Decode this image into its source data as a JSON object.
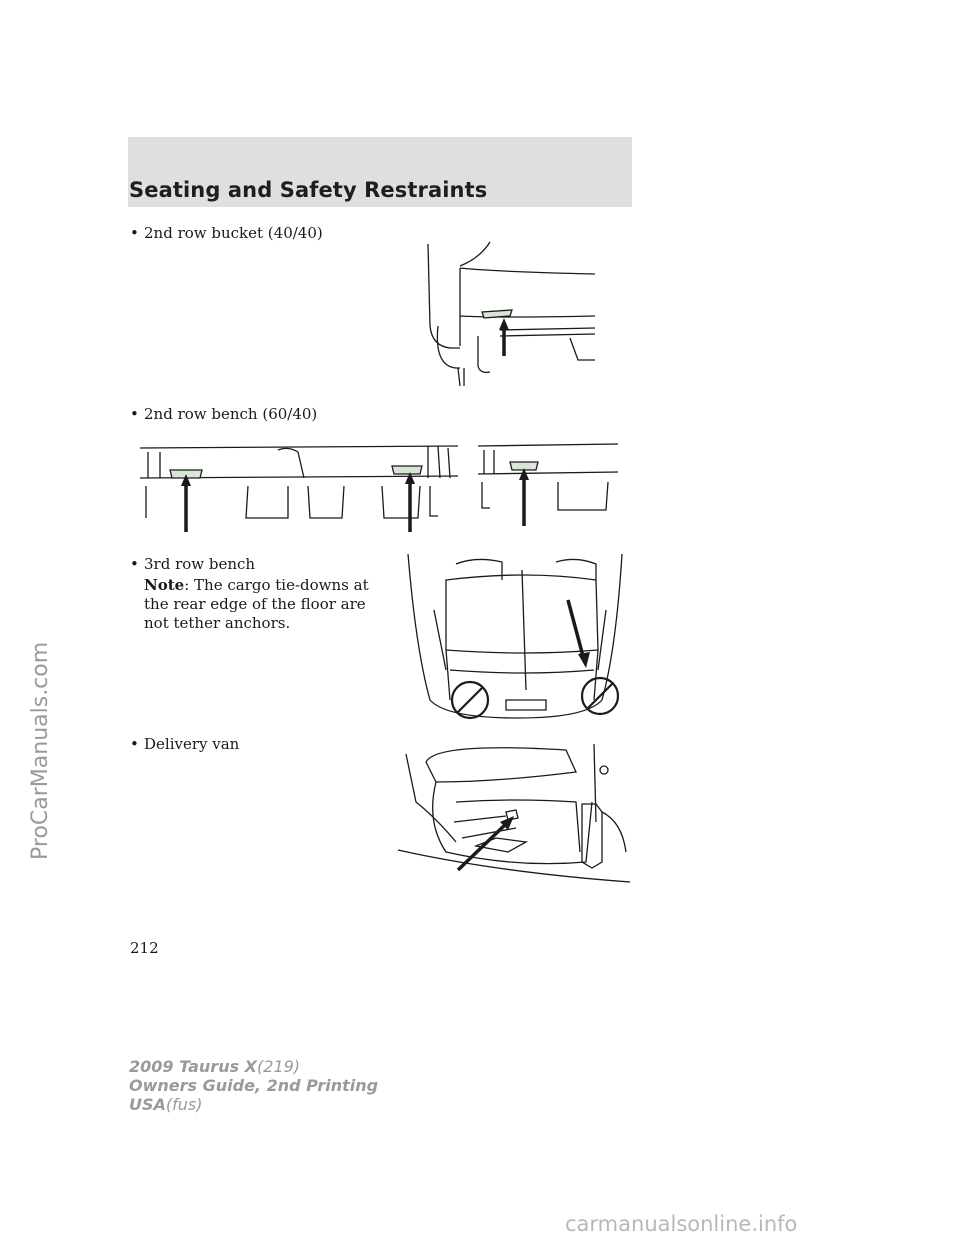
{
  "header": {
    "title": "Seating and Safety Restraints"
  },
  "items": [
    {
      "bullet": "•",
      "label": "2nd row bucket (40/40)"
    },
    {
      "bullet": "•",
      "label": "2nd row bench (60/40)"
    },
    {
      "bullet": "•",
      "label": "3rd row bench"
    },
    {
      "bullet": "•",
      "label": "Delivery van"
    }
  ],
  "note": {
    "label": "Note",
    "text": ": The cargo tie-downs at the rear edge of the floor are not tether anchors."
  },
  "page_number": "212",
  "footer": {
    "line1_bold": "2009 Taurus X",
    "line1_light": "(219)",
    "line2": "Owners Guide, 2nd Printing",
    "line3_bold": "USA",
    "line3_light": "(fus)"
  },
  "watermarks": {
    "left": "ProCarManuals.com",
    "bottom": "carmanualsonline.info"
  }
}
